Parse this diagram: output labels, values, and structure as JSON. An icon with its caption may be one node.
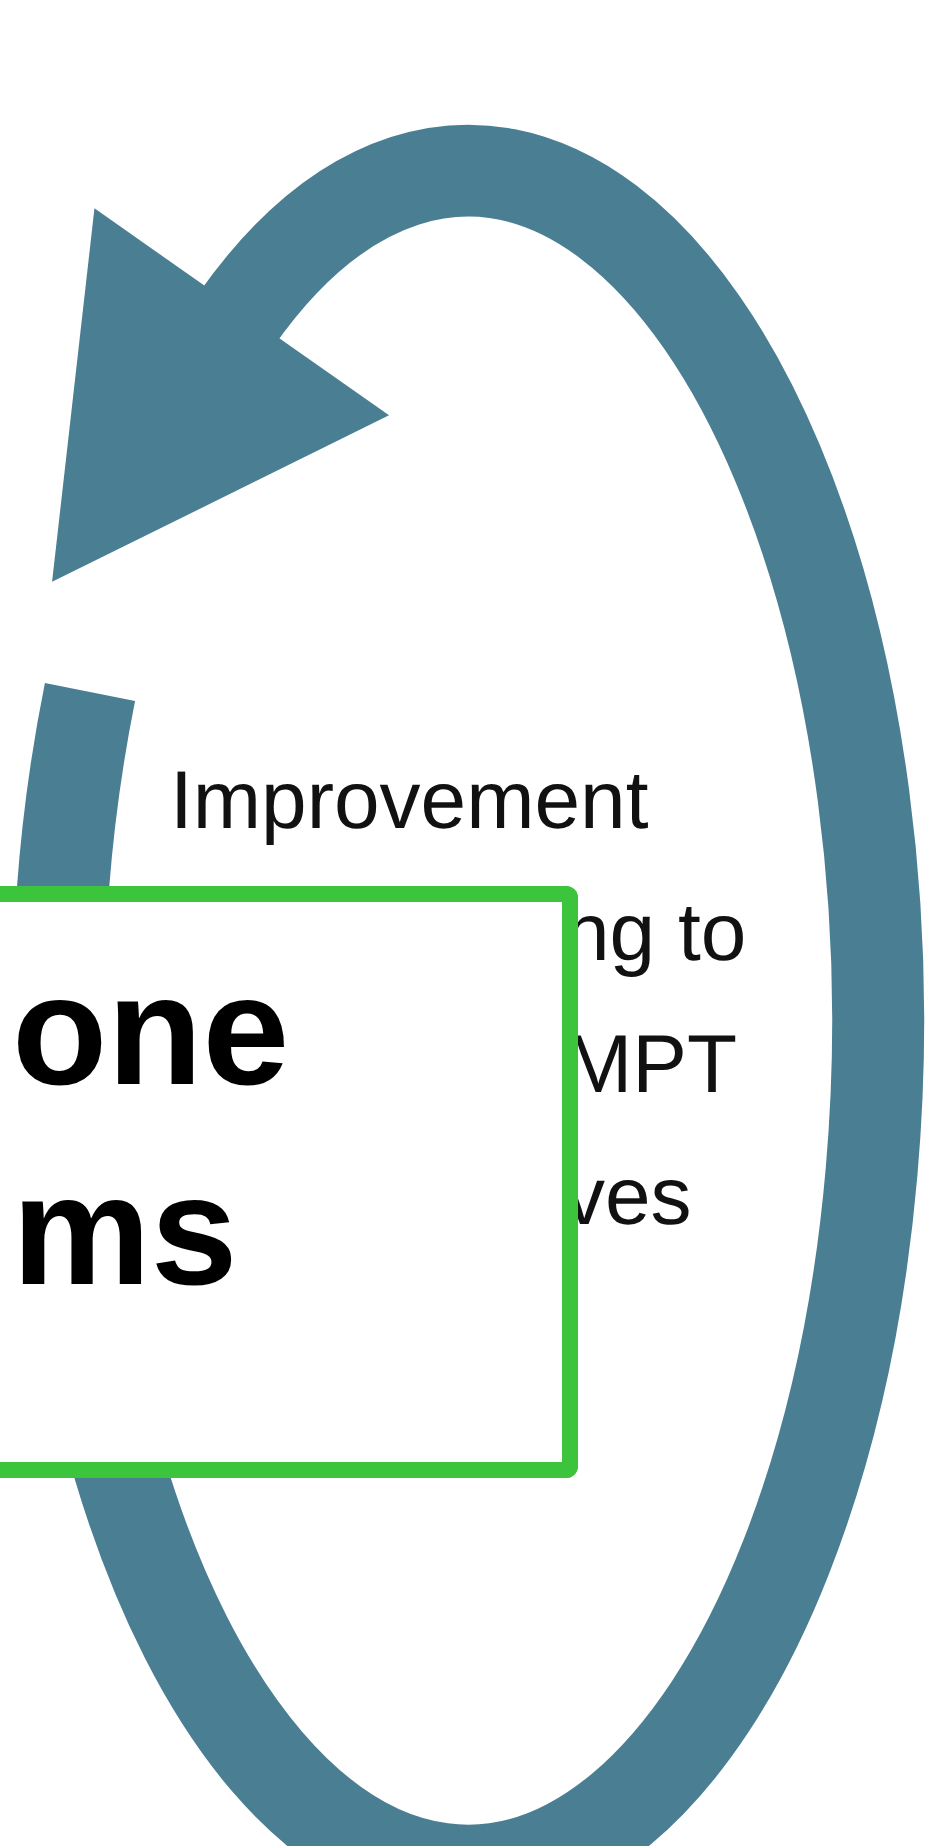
{
  "diagram": {
    "nodes": [
      {
        "text": [
          "one ms"
        ]
      }
    ],
    "labels": [
      "Improvement",
      "ng to",
      "MPT",
      "ves"
    ]
  }
}
